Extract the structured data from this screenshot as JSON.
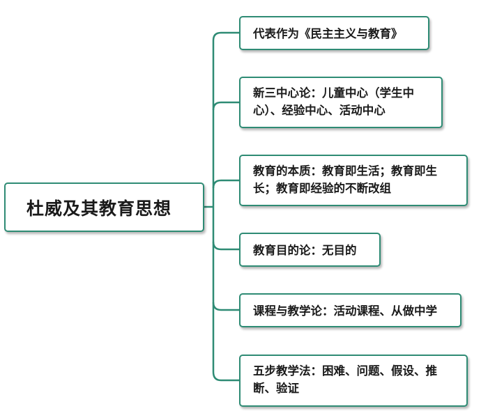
{
  "diagram": {
    "root": {
      "label": "杜威及其教育思想"
    },
    "children": [
      {
        "label": "代表作为《民主主义与教育》"
      },
      {
        "label": "新三中心论：儿童中心（学生中心）、经验中心、活动中心"
      },
      {
        "label": "教育的本质：教育即生活；教育即生长；教育即经验的不断改组"
      },
      {
        "label": "教育目的论：无目的"
      },
      {
        "label": "课程与教学论：活动课程、从做中学"
      },
      {
        "label": "五步教学法：困难、问题、假设、推断、验证"
      }
    ],
    "colors": {
      "border": "#2e8b74",
      "connector": "#2e8b74",
      "text": "#1a1a1a",
      "background": "#ffffff"
    }
  }
}
